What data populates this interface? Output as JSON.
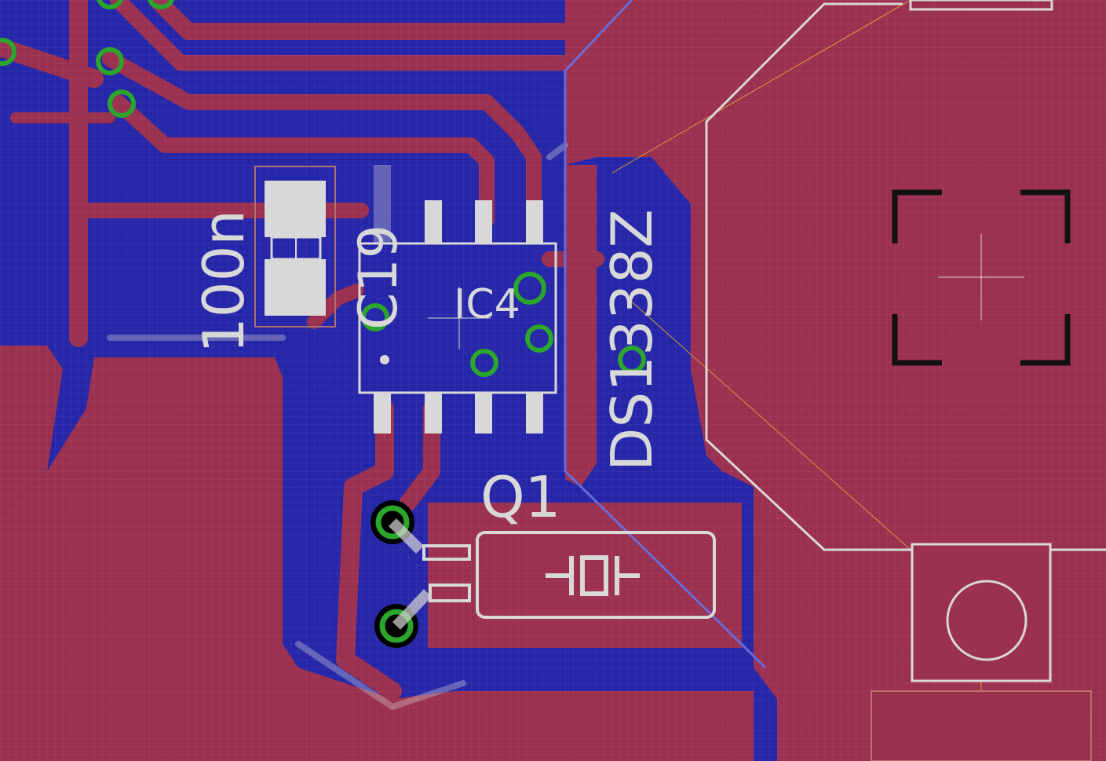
{
  "view": {
    "background": "#232380",
    "copper_top": "#9b3050",
    "copper_bottom": "#2626a8",
    "silkscreen": "#d8d8d8",
    "via_ring": "#2ba52b",
    "grid": true
  },
  "labels": {
    "c19_name": "C19",
    "c19_value": "100n",
    "ic4_name": "IC4",
    "ic4_value": "DS1338Z",
    "q1_name": "Q1"
  },
  "components": [
    {
      "ref": "C19",
      "value": "100n",
      "type": "capacitor"
    },
    {
      "ref": "IC4",
      "value": "DS1338Z",
      "type": "soic-8"
    },
    {
      "ref": "Q1",
      "type": "crystal"
    }
  ]
}
